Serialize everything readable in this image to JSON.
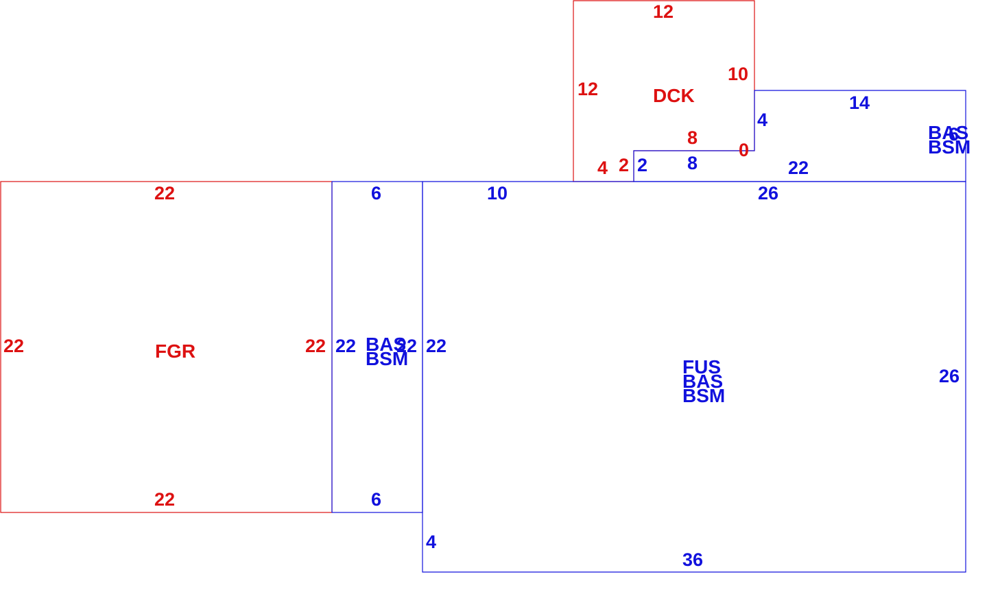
{
  "colors": {
    "red": "#dd1111",
    "blue": "#1111dd",
    "background": "#ffffff"
  },
  "areas": {
    "fgr": "FGR",
    "dck": "DCK",
    "main_fus": "FUS",
    "main_bas": "BAS",
    "main_bsm": "BSM",
    "mid_bas": "BAS",
    "mid_bsm": "BSM",
    "right_bas": "BAS",
    "right_bsm": "BSM"
  },
  "dimensions": {
    "fgr_top": "22",
    "fgr_left": "22",
    "fgr_right": "22",
    "fgr_bottom": "22",
    "dck_top": "12",
    "dck_left": "12",
    "dck_right": "10",
    "dck_notch_top": "8",
    "dck_notch_right": "0",
    "dck_bottom_left": "4",
    "dck_notch_left": "2",
    "mid_top": "6",
    "mid_left": "22",
    "mid_right": "22",
    "mid_bottom": "6",
    "main_top_left": "10",
    "main_top_right": "26",
    "main_left": "22",
    "main_right": "26",
    "main_step": "4",
    "main_bottom": "36",
    "notch_left": "2",
    "notch_top": "8",
    "right_top": "14",
    "right_left": "4",
    "right_right": "6",
    "right_bottom": "22"
  }
}
